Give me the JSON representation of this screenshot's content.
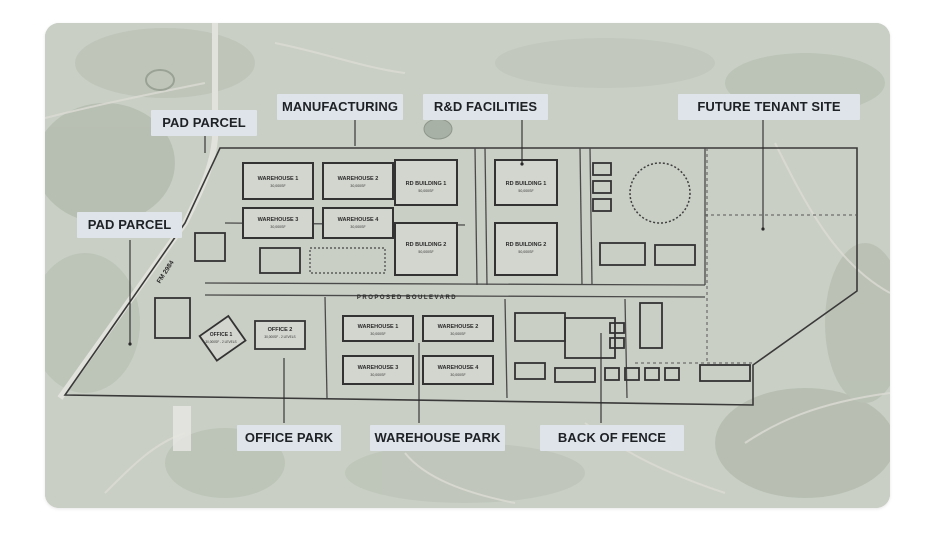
{
  "callouts": {
    "manufacturing": "MANUFACTURING",
    "rd_facilities": "R&D FACILITIES",
    "future_tenant_site": "FUTURE TENANT SITE",
    "pad_parcel_top": "PAD PARCEL",
    "pad_parcel_left": "PAD PARCEL",
    "office_park": "OFFICE PARK",
    "warehouse_park": "WAREHOUSE PARK",
    "back_of_fence": "BACK OF FENCE"
  },
  "map_labels": {
    "road": "FM 2984",
    "boulevard": "PROPOSED BOULEVARD",
    "buildings": {
      "mfg_warehouse_1": {
        "name": "WAREHOUSE 1",
        "sub": "30,000SF"
      },
      "mfg_warehouse_2": {
        "name": "WAREHOUSE 2",
        "sub": "30,000SF"
      },
      "mfg_warehouse_3": {
        "name": "WAREHOUSE 3",
        "sub": "30,000SF"
      },
      "mfg_warehouse_4": {
        "name": "WAREHOUSE 4",
        "sub": "30,000SF"
      },
      "rd_building_1a": {
        "name": "RD BUILDING 1",
        "sub": "50,000SF"
      },
      "rd_building_1b": {
        "name": "RD BUILDING 1",
        "sub": "50,000SF"
      },
      "rd_building_2a": {
        "name": "RD BUILDING 2",
        "sub": "50,000SF"
      },
      "rd_building_2b": {
        "name": "RD BUILDING 2",
        "sub": "50,000SF"
      },
      "office_1": {
        "name": "OFFICE 1",
        "sub": "30,000SF - 2 LEVELS"
      },
      "office_2": {
        "name": "OFFICE 2",
        "sub": "30,000SF - 2 LEVELS"
      },
      "wp_warehouse_1": {
        "name": "WAREHOUSE 1",
        "sub": "30,000SF"
      },
      "wp_warehouse_2": {
        "name": "WAREHOUSE 2",
        "sub": "30,000SF"
      },
      "wp_warehouse_3": {
        "name": "WAREHOUSE 3",
        "sub": "30,000SF"
      },
      "wp_warehouse_4": {
        "name": "WAREHOUSE 4",
        "sub": "30,000SF"
      }
    }
  },
  "colors": {
    "callout_bg": "#dfe4ea",
    "callout_text": "#1e2226",
    "aerial_base": "#c7cdc3",
    "plan_lines": "#3a3a3a"
  }
}
